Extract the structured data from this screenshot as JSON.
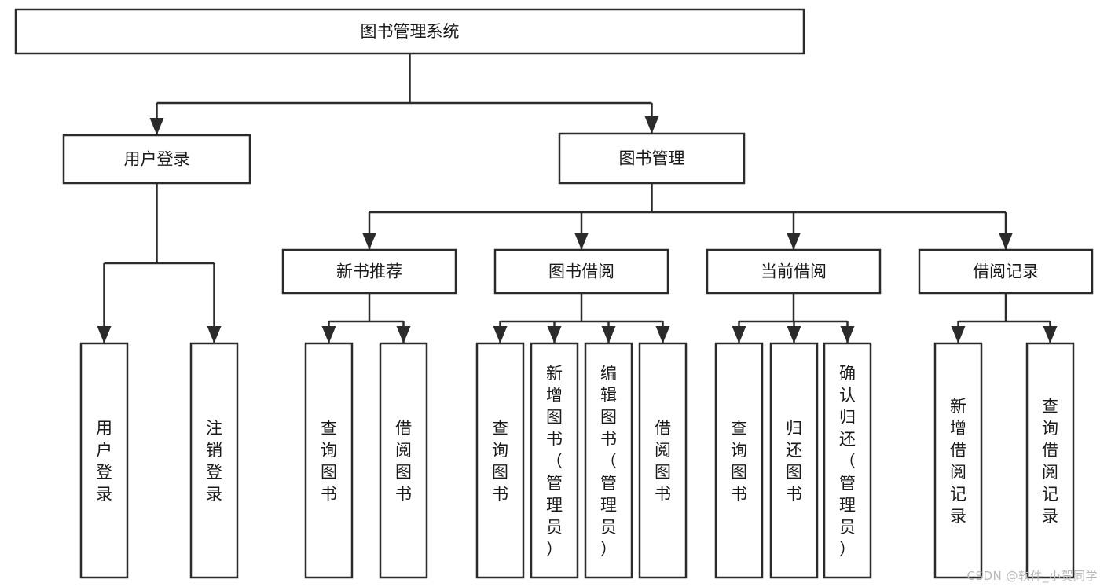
{
  "diagram": {
    "title": "图书管理系统",
    "type": "tree",
    "orientation": "top-down",
    "root": {
      "id": "root",
      "label": "图书管理系统",
      "children": [
        {
          "id": "user-login",
          "label": "用户登录",
          "children": [
            {
              "id": "user-login-do",
              "label": "用户登录",
              "children": []
            },
            {
              "id": "user-logout",
              "label": "注销登录",
              "children": []
            }
          ]
        },
        {
          "id": "book-manage",
          "label": "图书管理",
          "children": [
            {
              "id": "new-book-rec",
              "label": "新书推荐",
              "children": [
                {
                  "id": "rec-query-book",
                  "label": "查询图书",
                  "children": []
                },
                {
                  "id": "rec-borrow-book",
                  "label": "借阅图书",
                  "children": []
                }
              ]
            },
            {
              "id": "book-borrow",
              "label": "图书借阅",
              "children": [
                {
                  "id": "borrow-query-book",
                  "label": "查询图书",
                  "children": []
                },
                {
                  "id": "borrow-add-book",
                  "label": "新增图书（管理员）",
                  "children": []
                },
                {
                  "id": "borrow-edit-book",
                  "label": "编辑图书（管理员）",
                  "children": []
                },
                {
                  "id": "borrow-borrow-book",
                  "label": "借阅图书",
                  "children": []
                }
              ]
            },
            {
              "id": "current-borrow",
              "label": "当前借阅",
              "children": [
                {
                  "id": "cur-query-book",
                  "label": "查询图书",
                  "children": []
                },
                {
                  "id": "cur-return-book",
                  "label": "归还图书",
                  "children": []
                },
                {
                  "id": "cur-confirm-return",
                  "label": "确认归还（管理员）",
                  "children": []
                }
              ]
            },
            {
              "id": "borrow-record",
              "label": "借阅记录",
              "children": [
                {
                  "id": "rec-add-record",
                  "label": "新增借阅记录",
                  "children": []
                },
                {
                  "id": "rec-query-record",
                  "label": "查询借阅记录",
                  "children": []
                }
              ]
            }
          ]
        }
      ]
    },
    "colors": {
      "box_stroke": "#2b2b2b",
      "box_fill": "#ffffff",
      "connector": "#2b2b2b",
      "text": "#1a1a1a",
      "background": "#ffffff",
      "watermark": "#b8b8b8"
    }
  },
  "watermark": {
    "text": "CSDN @软件_小贺同学"
  }
}
